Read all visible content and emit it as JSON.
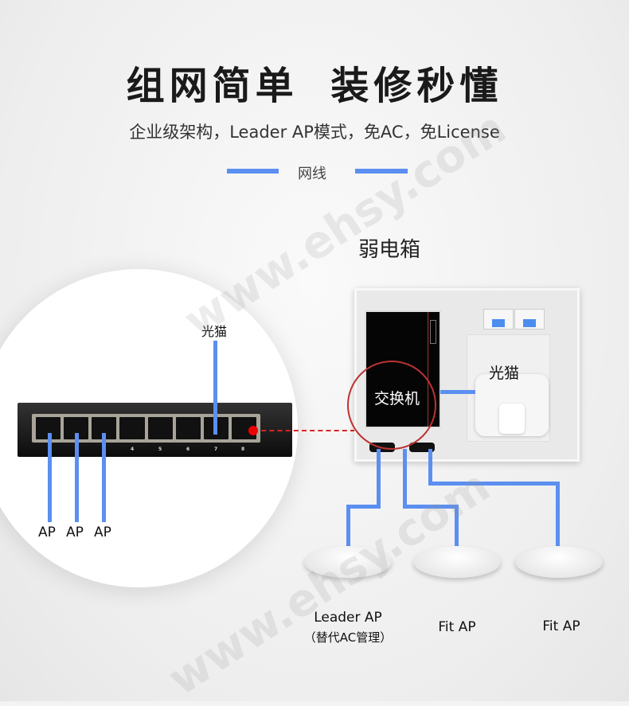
{
  "header": {
    "title": "组网简单  装修秒懂",
    "subtitle": "企业级架构，Leader AP模式，免AC，免License"
  },
  "legend": {
    "label": "网线",
    "color": "#5b8ff0"
  },
  "weak_box": {
    "title": "弱电箱",
    "switch_label": "交换机",
    "modem_label": "光猫"
  },
  "switch_detail": {
    "modem_label": "光猫",
    "port_numbers": [
      "4",
      "5",
      "6",
      "7",
      "8"
    ],
    "ap_labels": [
      "AP",
      "AP",
      "AP"
    ]
  },
  "access_points": [
    {
      "name": "Leader AP",
      "note": "（替代AC管理）"
    },
    {
      "name": "Fit AP"
    },
    {
      "name": "Fit AP"
    }
  ],
  "watermark": "www.ehsy.com"
}
